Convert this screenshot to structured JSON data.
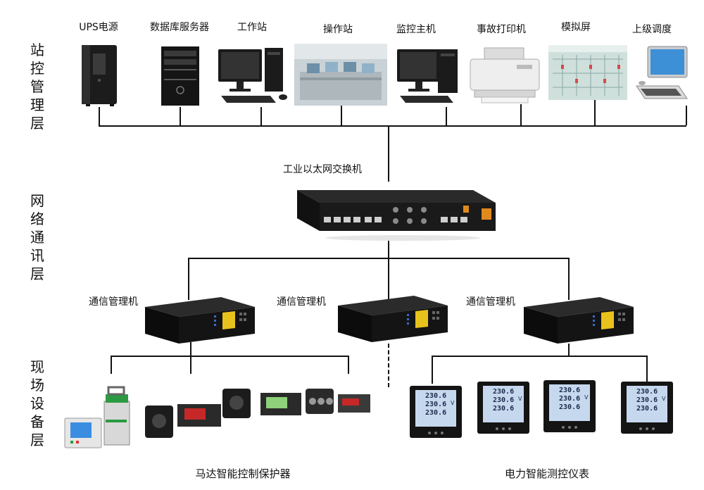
{
  "layers": {
    "station": "站控管理层",
    "network": "网络通讯层",
    "field": "现场设备层"
  },
  "station_devices": [
    {
      "label": "UPS电源",
      "icon": "ups-icon"
    },
    {
      "label": "数据库服务器",
      "icon": "server-icon"
    },
    {
      "label": "工作站",
      "icon": "workstation-icon"
    },
    {
      "label": "操作站",
      "icon": "operator-station-icon"
    },
    {
      "label": "监控主机",
      "icon": "monitor-host-icon"
    },
    {
      "label": "事故打印机",
      "icon": "printer-icon"
    },
    {
      "label": "模拟屏",
      "icon": "mimic-panel-icon"
    },
    {
      "label": "上级调度",
      "icon": "laptop-icon"
    }
  ],
  "switch": {
    "label": "工业以太网交换机",
    "icon": "ethernet-switch-icon"
  },
  "comm_managers": [
    {
      "label": "通信管理机"
    },
    {
      "label": "通信管理机"
    },
    {
      "label": "通信管理机"
    }
  ],
  "field_groups": {
    "motor": {
      "label": "马达智能控制保护器"
    },
    "meter": {
      "label": "电力智能测控仪表"
    }
  },
  "meter_display": {
    "line1": "230.6",
    "line2": "230.6",
    "line3": "230.6",
    "unit": "V"
  }
}
